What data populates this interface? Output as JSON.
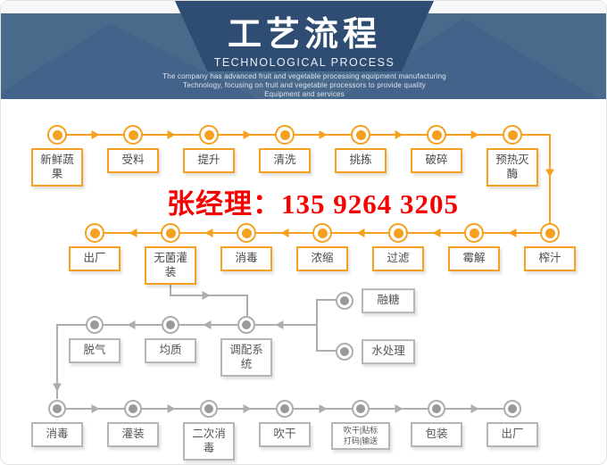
{
  "header": {
    "title": "工艺流程",
    "subtitle": "TECHNOLOGICAL PROCESS",
    "description_lines": [
      "The company has advanced fruit and vegetable processing equipment manufacturing",
      "Technology, focusing on fruit and vegetable processors to provide quality",
      "Equipment and services"
    ]
  },
  "contact": {
    "label": "张经理：135 9264 3205"
  },
  "colors": {
    "accent_orange": "#f5a01e",
    "accent_gray": "#adadad",
    "banner_blue": "#4a6a8c",
    "plate_blue": "#2f4d72",
    "contact_red": "#f70000"
  },
  "flow": {
    "row1": [
      "新鲜蔬果",
      "受料",
      "提升",
      "清洗",
      "挑拣",
      "破碎",
      "预热灭酶"
    ],
    "row2": [
      "出厂",
      "无菌灌装",
      "消毒",
      "浓缩",
      "过滤",
      "霉解",
      "榨汁"
    ],
    "row3": [
      "脱气",
      "均质",
      "调配系统"
    ],
    "side": [
      "融糖",
      "水处理"
    ],
    "row4": [
      "消毒",
      "灌装",
      "二次消毒",
      "吹干",
      "吹干|贴标\n打码|输送",
      "包装",
      "出厂"
    ]
  }
}
